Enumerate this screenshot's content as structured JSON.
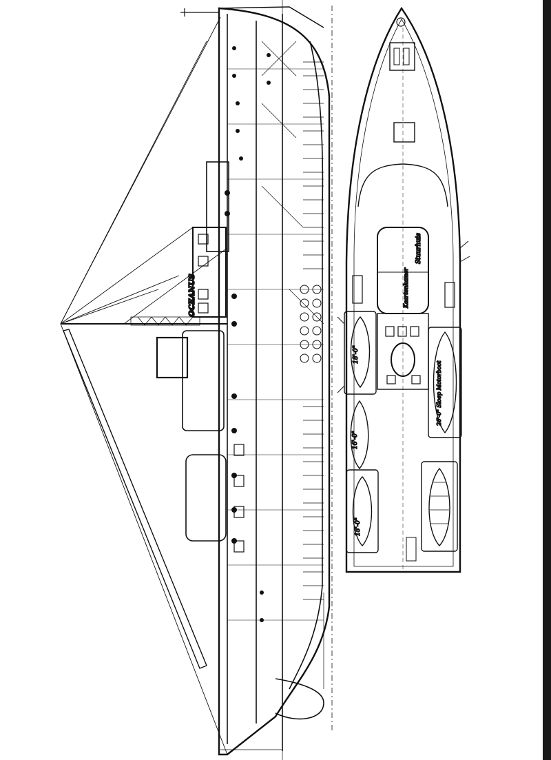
{
  "drawing": {
    "vessel_name": "OCEANUS",
    "deck_plan_labels": [
      {
        "key": "wheelhouse",
        "text": "Stuurhuis"
      },
      {
        "key": "chartroom",
        "text": "Kaartenkamer"
      },
      {
        "key": "lifeboat_1",
        "text": "18'-0\""
      },
      {
        "key": "lifeboat_2",
        "text": "16'-0\""
      },
      {
        "key": "lifeboat_3",
        "text": "18'-0\""
      },
      {
        "key": "motorboat",
        "text": "26'-0\" Sloep Motorboot"
      }
    ]
  }
}
